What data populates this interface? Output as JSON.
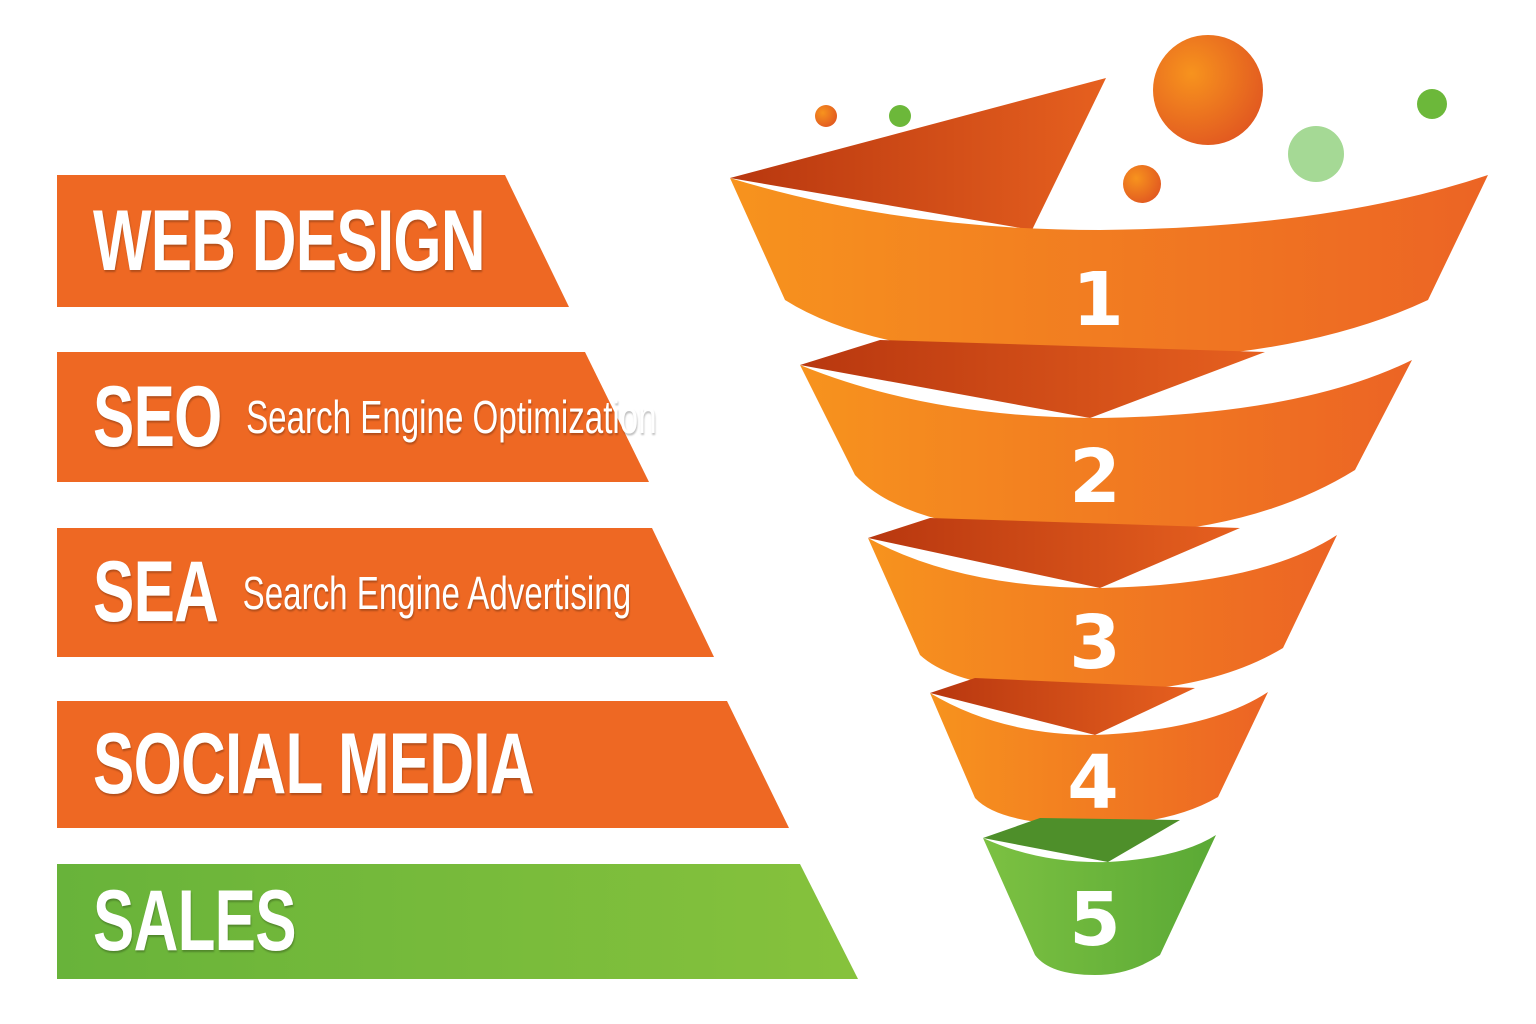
{
  "colors": {
    "orange": "#ee6823",
    "orange_light": "#f7931e",
    "orange_dark": "#c8441a",
    "green": "#6cb83a",
    "green_dark": "#4e8f2a"
  },
  "stages": [
    {
      "title": "WEB DESIGN",
      "subtitle": null,
      "number": "1"
    },
    {
      "title": "SEO",
      "subtitle": "Search Engine Optimization",
      "number": "2"
    },
    {
      "title": "SEA",
      "subtitle": "Search Engine Advertising",
      "number": "3"
    },
    {
      "title": "SOCIAL MEDIA",
      "subtitle": null,
      "number": "4"
    },
    {
      "title": "SALES",
      "subtitle": null,
      "number": "5"
    }
  ]
}
